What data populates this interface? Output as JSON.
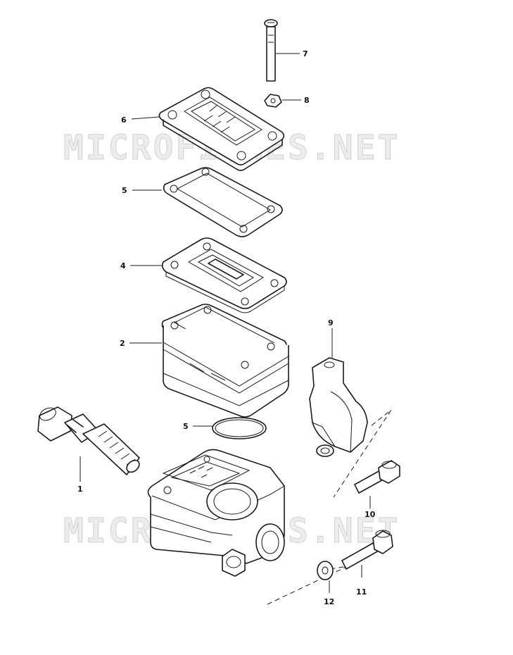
{
  "watermark": {
    "top": "MICROFICHES.NET",
    "bottom": "MICROFICHES.NET"
  },
  "callouts": {
    "c1": "1",
    "c2": "2",
    "c4": "4",
    "c5a": "5",
    "c5b": "5",
    "c6": "6",
    "c7": "7",
    "c8": "8",
    "c9": "9",
    "c10": "10",
    "c11": "11",
    "c12": "12"
  }
}
